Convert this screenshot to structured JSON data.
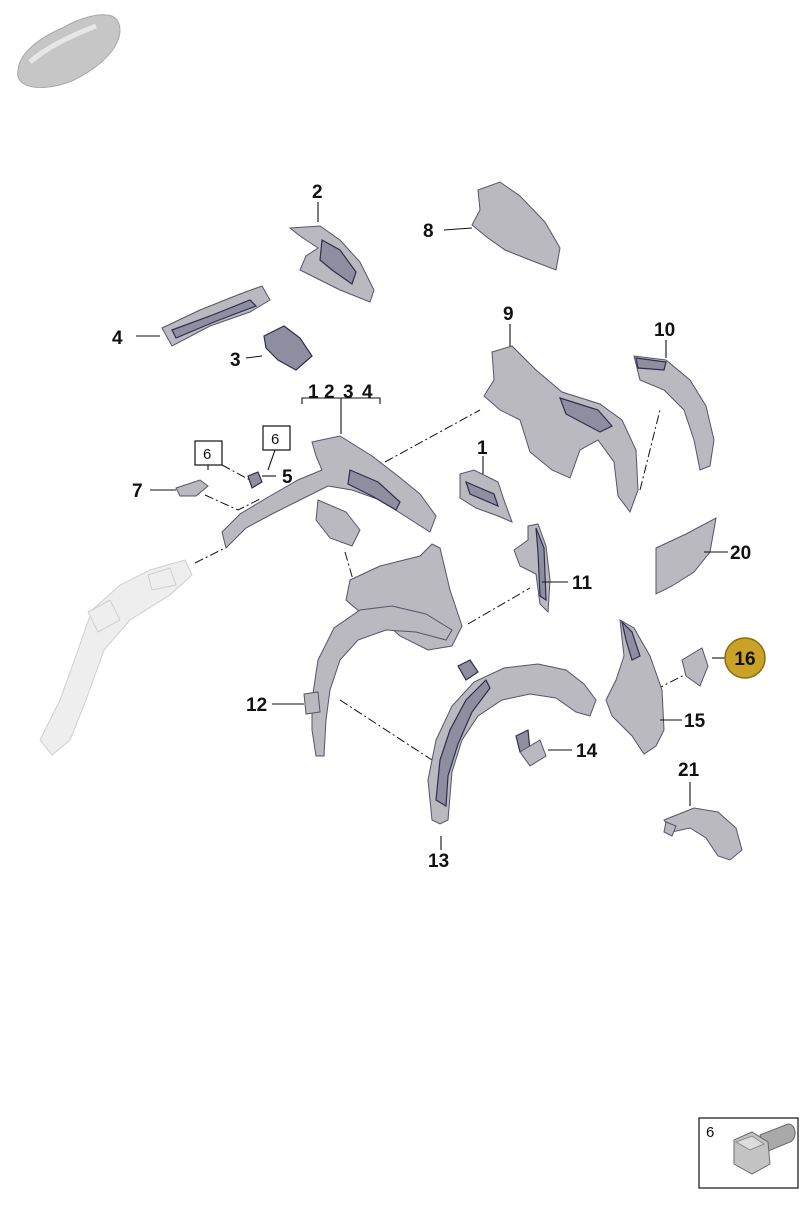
{
  "callouts": {
    "p1": "1",
    "p2": "2",
    "p3": "3",
    "p4": "4",
    "p5": "5",
    "p6a": "6",
    "p6b": "6",
    "p7": "7",
    "p8": "8",
    "p9": "9",
    "p10": "10",
    "p11": "11",
    "p12": "12",
    "p13": "13",
    "p14": "14",
    "p15": "15",
    "p16": "16",
    "p20": "20",
    "p21": "21"
  },
  "group_label": {
    "n1": "1",
    "n2": "2",
    "n3": "3",
    "n4": "4"
  },
  "legend": {
    "number": "6"
  },
  "colors": {
    "highlight": "#c9a227",
    "highlight_text": "#ffffff",
    "part_fill": "#b9b9bf",
    "part_edge": "#2e2e4e"
  }
}
